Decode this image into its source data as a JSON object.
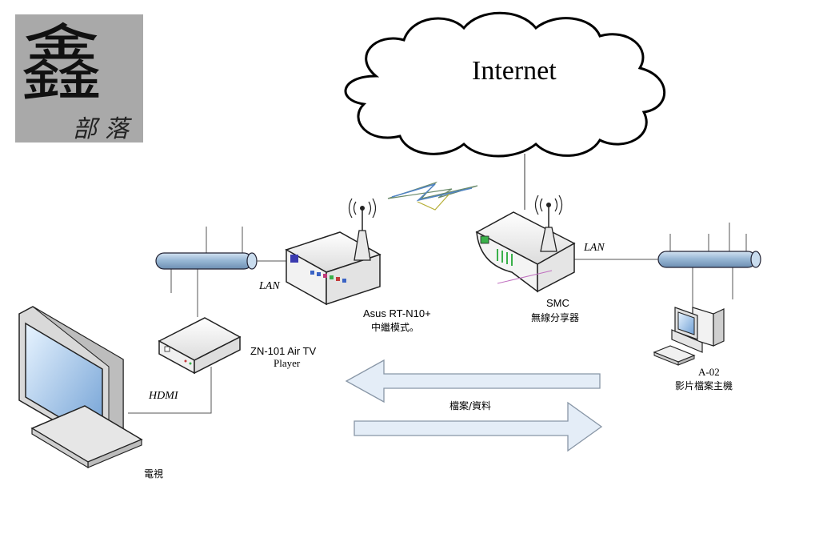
{
  "logo": {
    "main_char": "鑫",
    "sub_text": "部落"
  },
  "cloud": {
    "label": "Internet"
  },
  "links": {
    "lan_left": "LAN",
    "lan_right": "LAN",
    "hdmi": "HDMI",
    "transfer": "檔案/資料"
  },
  "devices": {
    "asus": {
      "name": "Asus RT-N10+",
      "mode": "中繼模式。"
    },
    "smc": {
      "name": "SMC",
      "desc": "無線分享器"
    },
    "player": {
      "name": "ZN-101 Air TV",
      "sub": "Player"
    },
    "pc": {
      "name": "A-02",
      "desc": "影片檔案主機"
    },
    "tv": {
      "name": "電視"
    }
  },
  "colors": {
    "logo_bg": "#a9a9a9",
    "bus_fill": "#9ab9d6",
    "arrow_fill": "#e4edf7",
    "arrow_stroke": "#8896a6"
  }
}
